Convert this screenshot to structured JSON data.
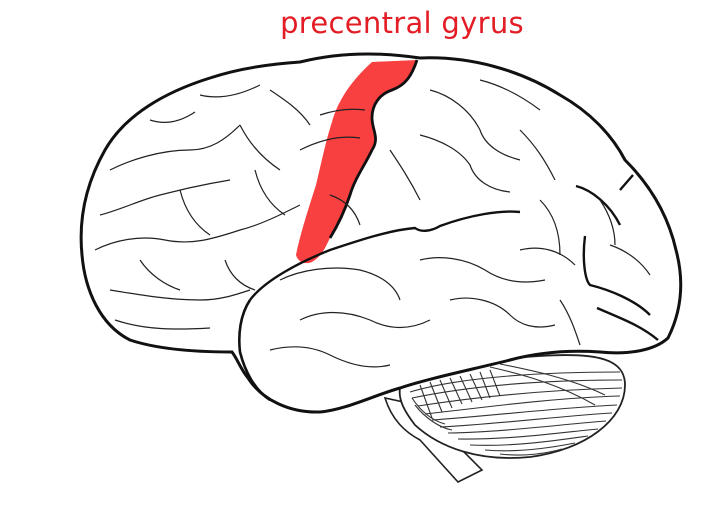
{
  "diagram": {
    "label": "precentral gyrus",
    "highlight_color": "#f7403f",
    "label_color": "#e31d25",
    "outline_color": "#111111",
    "regions": [
      "cerebrum",
      "precentral gyrus (highlighted)",
      "cerebellum",
      "brainstem"
    ]
  }
}
